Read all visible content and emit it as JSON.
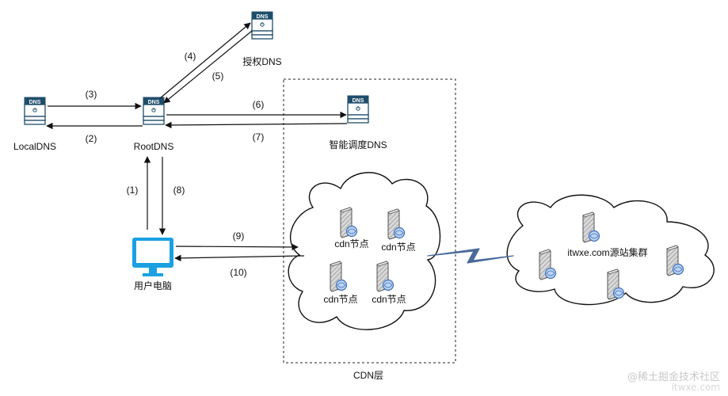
{
  "nodes": {
    "local_dns": "LocalDNS",
    "root_dns": "RootDNS",
    "auth_dns": "授权DNS",
    "gslb_dns": "智能调度DNS",
    "user_pc": "用户电脑",
    "cdn_layer": "CDN层",
    "origin_cluster": "itwxe.com源站集群",
    "cdn_node": "cdn节点",
    "server_badge": "DNS"
  },
  "steps": {
    "s1": "(1)",
    "s2": "(2)",
    "s3": "(3)",
    "s4": "(4)",
    "s5": "(5)",
    "s6": "(6)",
    "s7": "(7)",
    "s8": "(8)",
    "s9": "(9)",
    "s10": "(10)"
  },
  "watermark": {
    "line1": "@稀土掘金技术社区",
    "line2": "itwxe.com"
  },
  "colors": {
    "server_dark": "#1f4e6b",
    "monitor_blue": "#1ba1e2",
    "lightning": "#4a6a9a"
  }
}
